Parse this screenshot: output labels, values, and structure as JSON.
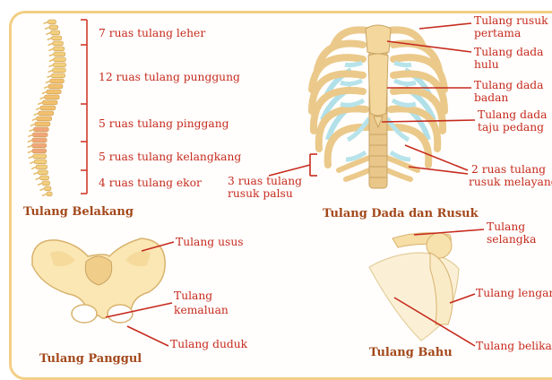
{
  "spine": {
    "title": "Tulang Belakang",
    "labels": {
      "cervical": "7 ruas tulang leher",
      "thoracic": "12 ruas tulang punggung",
      "lumbar": "5 ruas tulang pinggang",
      "sacral": "5 ruas tulang kelangkang",
      "coccyx": "4 ruas tulang ekor"
    }
  },
  "chest": {
    "title": "Tulang Dada dan Rusuk",
    "labels": {
      "first_rib_1": "Tulang rusuk",
      "first_rib_2": "pertama",
      "manubrium_1": "Tulang dada",
      "manubrium_2": "hulu",
      "body_1": "Tulang dada",
      "body_2": "badan",
      "xiphoid_1": "Tulang dada",
      "xiphoid_2": "taju pedang",
      "false_ribs_1": "3 ruas tulang",
      "false_ribs_2": "rusuk palsu",
      "floating_1": "2 ruas tulang",
      "floating_2": "rusuk melayang"
    }
  },
  "pelvis": {
    "title": "Tulang Panggul",
    "labels": {
      "ilium": "Tulang usus",
      "pubis_1": "Tulang",
      "pubis_2": "kemaluan",
      "ischium": "Tulang duduk"
    }
  },
  "shoulder": {
    "title": "Tulang Bahu",
    "labels": {
      "clavicle_1": "Tulang",
      "clavicle_2": "selangka",
      "humerus": "Tulang lengan",
      "scapula": "Tulang belikat"
    }
  }
}
